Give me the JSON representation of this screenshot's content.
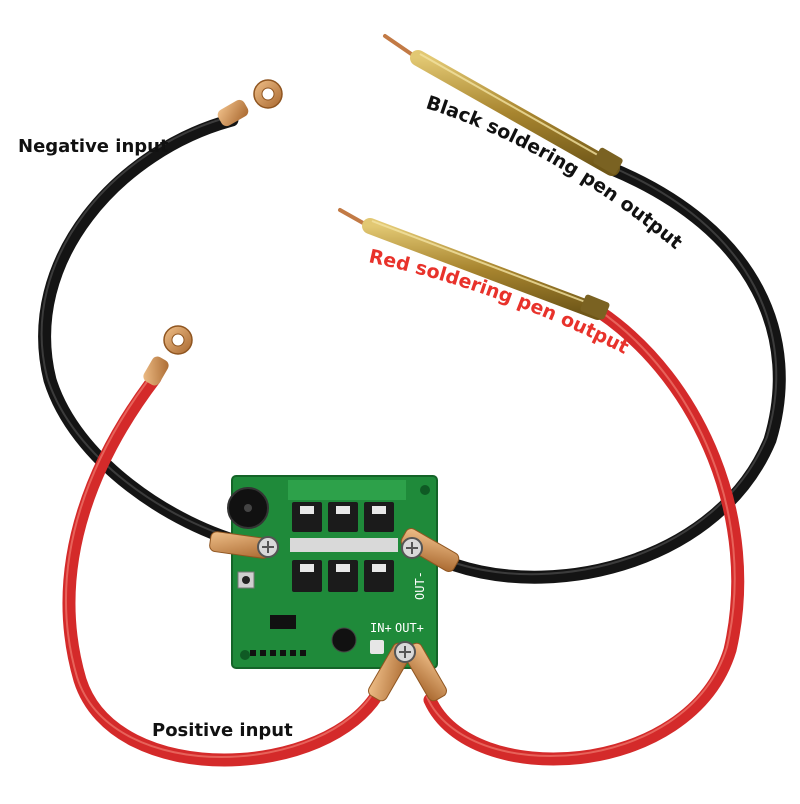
{
  "labels": {
    "negative_input": "Negative input",
    "positive_input": "Positive input",
    "black_pen_output": "Black soldering pen output",
    "red_pen_output": "Red soldering pen output"
  },
  "board": {
    "out_minus": "OUT-",
    "in_plus": "IN+",
    "out_plus": "OUT+"
  },
  "colors": {
    "black_wire": "#141414",
    "red_wire": "#d42a2a",
    "pcb": "#1f8a3a",
    "brass": "#b99a45",
    "copper_lug": "#c98a4b",
    "label_text": "#111111",
    "red_label_text": "#e8322b"
  }
}
